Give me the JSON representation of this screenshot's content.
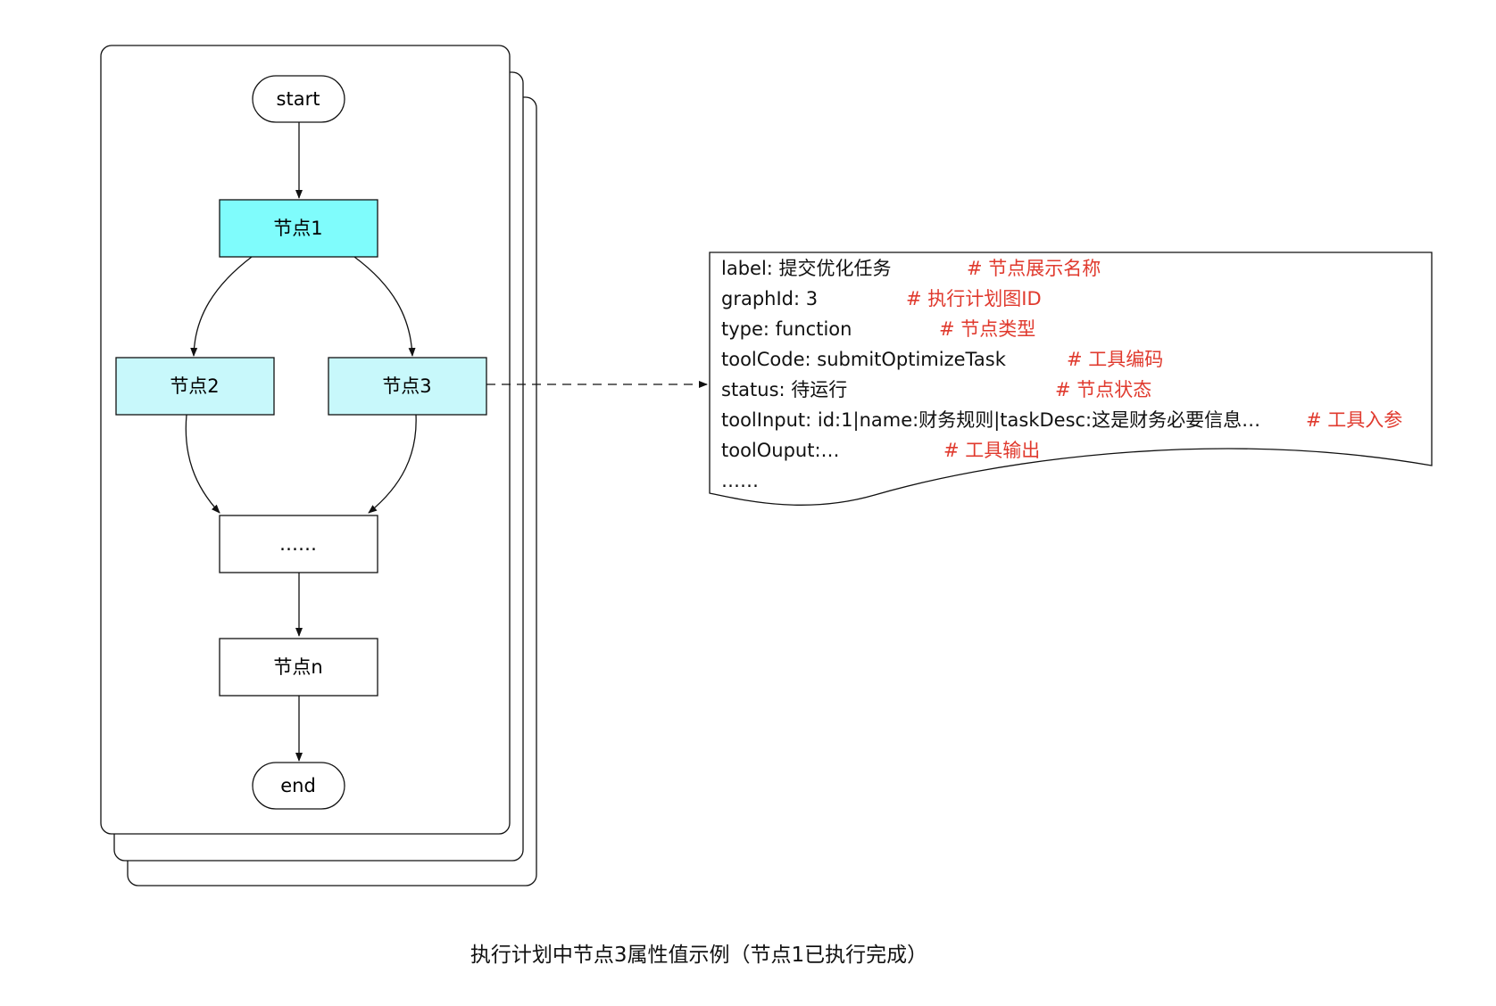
{
  "colors": {
    "highlight_node": "#7ffcfc",
    "pending_node": "#c8f8fb",
    "default_node": "#ffffff",
    "comment": "#e03a2e"
  },
  "flow": {
    "start": "start",
    "node1": "节点1",
    "node2": "节点2",
    "node3": "节点3",
    "ellipsis": "……",
    "noden": "节点n",
    "end": "end"
  },
  "properties": [
    {
      "text": "label: 提交优化任务",
      "comment": "# 节点展示名称"
    },
    {
      "text": "graphId: 3",
      "comment": "# 执行计划图ID"
    },
    {
      "text": "type: function",
      "comment": "# 节点类型"
    },
    {
      "text": "toolCode: submitOptimizeTask",
      "comment": "# 工具编码"
    },
    {
      "text": "status: 待运行",
      "comment": "# 节点状态"
    },
    {
      "text": "toolInput: id:1|name:财务规则|taskDesc:这是财务必要信息…",
      "comment": "# 工具入参"
    },
    {
      "text": "toolOuput:…",
      "comment": "# 工具输出"
    },
    {
      "text": "……",
      "comment": ""
    }
  ],
  "caption": "执行计划中节点3属性值示例（节点1已执行完成）"
}
